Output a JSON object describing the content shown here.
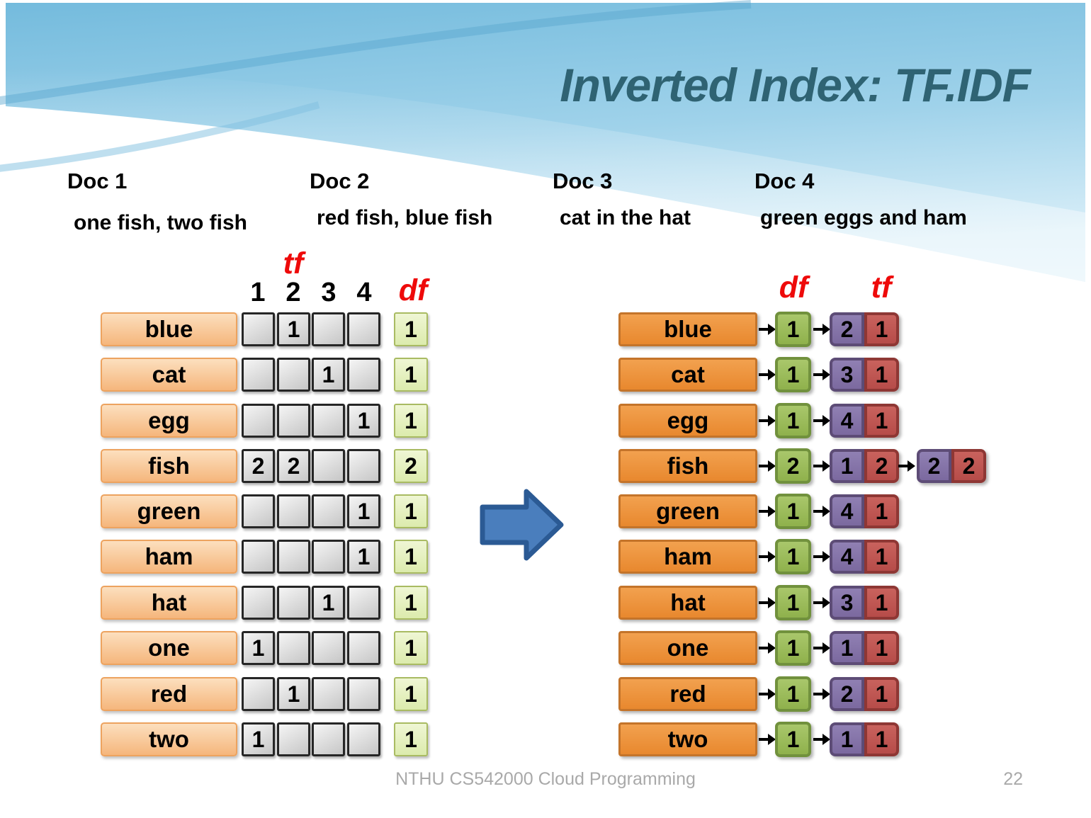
{
  "slide": {
    "title": "Inverted Index: TF.IDF",
    "footer": "NTHU CS542000 Cloud Programming",
    "page_number": "22"
  },
  "docs": [
    {
      "label": "Doc 1",
      "text": "one fish, two fish"
    },
    {
      "label": "Doc 2",
      "text": "red fish, blue fish"
    },
    {
      "label": "Doc 3",
      "text": "cat in the hat"
    },
    {
      "label": "Doc 4",
      "text": "green eggs and ham"
    }
  ],
  "matrix": {
    "tf_label": "tf",
    "df_label": "df",
    "doc_columns": [
      "1",
      "2",
      "3",
      "4"
    ],
    "rows": [
      {
        "term": "blue",
        "tf": [
          "",
          "1",
          "",
          ""
        ],
        "df": "1"
      },
      {
        "term": "cat",
        "tf": [
          "",
          "",
          "1",
          ""
        ],
        "df": "1"
      },
      {
        "term": "egg",
        "tf": [
          "",
          "",
          "",
          "1"
        ],
        "df": "1"
      },
      {
        "term": "fish",
        "tf": [
          "2",
          "2",
          "",
          ""
        ],
        "df": "2"
      },
      {
        "term": "green",
        "tf": [
          "",
          "",
          "",
          "1"
        ],
        "df": "1"
      },
      {
        "term": "ham",
        "tf": [
          "",
          "",
          "",
          "1"
        ],
        "df": "1"
      },
      {
        "term": "hat",
        "tf": [
          "",
          "",
          "1",
          ""
        ],
        "df": "1"
      },
      {
        "term": "one",
        "tf": [
          "1",
          "",
          "",
          ""
        ],
        "df": "1"
      },
      {
        "term": "red",
        "tf": [
          "",
          "1",
          "",
          ""
        ],
        "df": "1"
      },
      {
        "term": "two",
        "tf": [
          "1",
          "",
          "",
          ""
        ],
        "df": "1"
      }
    ]
  },
  "inverted_index": {
    "df_label": "df",
    "tf_label": "tf",
    "rows": [
      {
        "term": "blue",
        "df": "1",
        "postings": [
          {
            "doc": "2",
            "tf": "1"
          }
        ]
      },
      {
        "term": "cat",
        "df": "1",
        "postings": [
          {
            "doc": "3",
            "tf": "1"
          }
        ]
      },
      {
        "term": "egg",
        "df": "1",
        "postings": [
          {
            "doc": "4",
            "tf": "1"
          }
        ]
      },
      {
        "term": "fish",
        "df": "2",
        "postings": [
          {
            "doc": "1",
            "tf": "2"
          },
          {
            "doc": "2",
            "tf": "2"
          }
        ]
      },
      {
        "term": "green",
        "df": "1",
        "postings": [
          {
            "doc": "4",
            "tf": "1"
          }
        ]
      },
      {
        "term": "ham",
        "df": "1",
        "postings": [
          {
            "doc": "4",
            "tf": "1"
          }
        ]
      },
      {
        "term": "hat",
        "df": "1",
        "postings": [
          {
            "doc": "3",
            "tf": "1"
          }
        ]
      },
      {
        "term": "one",
        "df": "1",
        "postings": [
          {
            "doc": "1",
            "tf": "1"
          }
        ]
      },
      {
        "term": "red",
        "df": "1",
        "postings": [
          {
            "doc": "2",
            "tf": "1"
          }
        ]
      },
      {
        "term": "two",
        "df": "1",
        "postings": [
          {
            "doc": "1",
            "tf": "1"
          }
        ]
      }
    ]
  },
  "colors": {
    "title_teal": "#2F6373",
    "accent_red": "#EE0A0A",
    "term_box_left": "#F5B67C",
    "term_box_right": "#EE9440",
    "tf_cell_gray": "#D9D9D9",
    "df_cell_light_green": "#E4F0C0",
    "df_box_green": "#9CBD5E",
    "posting_doc_purple": "#8674A9",
    "posting_tf_red": "#C05451",
    "transform_arrow_blue": "#4A7EBD"
  }
}
